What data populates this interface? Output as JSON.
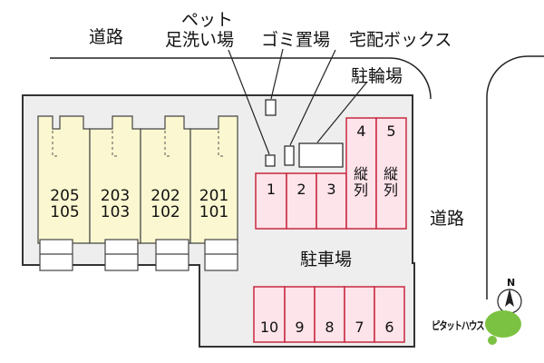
{
  "labels": {
    "road_top": "道路",
    "road_right": "道路",
    "pet_line1": "ペット",
    "pet_line2": "足洗い場",
    "garbage": "ゴミ置場",
    "delivery": "宅配ボックス",
    "bicycle": "駐輪場",
    "parking": "駐車場"
  },
  "units": [
    {
      "upper": "205",
      "lower": "105"
    },
    {
      "upper": "203",
      "lower": "103"
    },
    {
      "upper": "202",
      "lower": "102"
    },
    {
      "upper": "201",
      "lower": "101"
    }
  ],
  "parking_upper": [
    "1",
    "2",
    "3"
  ],
  "parking_tandem": [
    {
      "num": "4",
      "text": "縦列"
    },
    {
      "num": "5",
      "text": "縦列"
    }
  ],
  "parking_lower": [
    "10",
    "9",
    "8",
    "7",
    "6"
  ],
  "compass": "N",
  "brand": "ピタットハウス",
  "colors": {
    "lot": "#eeeeee",
    "building": "#fbf7d0",
    "parking_fill": "#fde3ea",
    "parking_line": "#c8283f",
    "logo_green": "#7cc242"
  }
}
